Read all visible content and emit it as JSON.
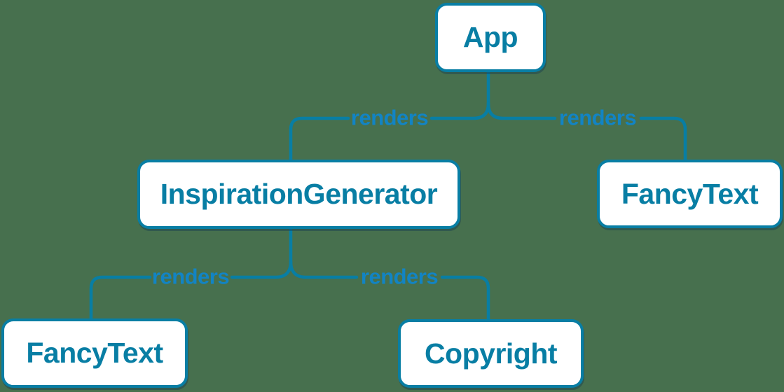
{
  "diagram": {
    "kind": "react-render-tree",
    "background_color": "#47704e",
    "box_fill_color": "#ffffff",
    "stroke_color": "#087ea4",
    "node_text_color": "#087ea4",
    "edge_label_color": "#1284c4",
    "nodes": [
      {
        "id": "app",
        "label": "App"
      },
      {
        "id": "inspiration-generator",
        "label": "InspirationGenerator"
      },
      {
        "id": "fancy-text-right",
        "label": "FancyText"
      },
      {
        "id": "fancy-text-left",
        "label": "FancyText"
      },
      {
        "id": "copyright",
        "label": "Copyright"
      }
    ],
    "edges": [
      {
        "from": "App",
        "to": "InspirationGenerator",
        "label": "renders"
      },
      {
        "from": "App",
        "to": "FancyText",
        "label": "renders"
      },
      {
        "from": "InspirationGenerator",
        "to": "FancyText",
        "label": "renders"
      },
      {
        "from": "InspirationGenerator",
        "to": "Copyright",
        "label": "renders"
      }
    ]
  }
}
